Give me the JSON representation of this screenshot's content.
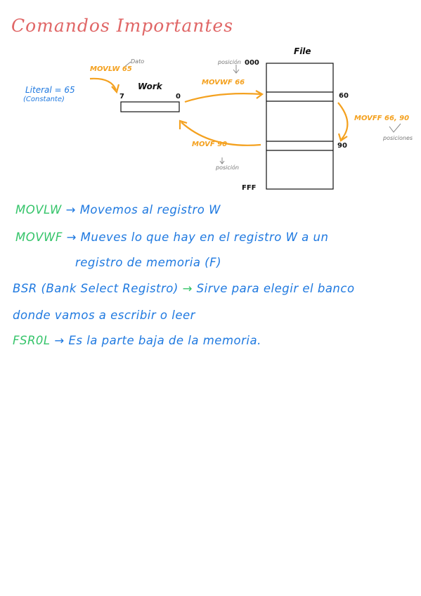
{
  "title": "Comandos Importantes",
  "colors": {
    "title": "#e06666",
    "orange": "#f4a11f",
    "blue": "#1f79e0",
    "green": "#35c46a"
  },
  "diagram": {
    "movlw_label": "MOVLW",
    "movlw_value": "65",
    "dato_note": "Dato",
    "literal": "Literal = 65",
    "constante": "(Constante)",
    "work_label": "Work",
    "work_left_bit": "7",
    "work_right_bit": "0",
    "movwf_label": "MOVWF",
    "movwf_value": "66",
    "posicion_top": "posición",
    "addr_000": "000",
    "file_label": "File",
    "addr_60": "60",
    "movff_label": "MOVFF",
    "movff_value": "66, 90",
    "posiciones_note": "posiciones",
    "addr_90": "90",
    "movf_label": "MOVF",
    "movf_value": "90",
    "posicion_bottom": "posición",
    "addr_fff": "FFF"
  },
  "notes": {
    "l1_cmd": "MOVLW",
    "l1_text": "Movemos al registro W",
    "l2_cmd": "MOVWF",
    "l2_text": "Mueves lo que hay en el registro W a un",
    "l3_text": "registro de memoria (F)",
    "l4_cmd": "BSR",
    "l4_text": "(Bank Select Registro)",
    "l4_rest": "Sirve para elegir el banco",
    "l5_text": "donde vamos a escribir o leer",
    "l6_cmd": "FSR0L",
    "l6_text": "Es la parte baja de la memoria."
  }
}
